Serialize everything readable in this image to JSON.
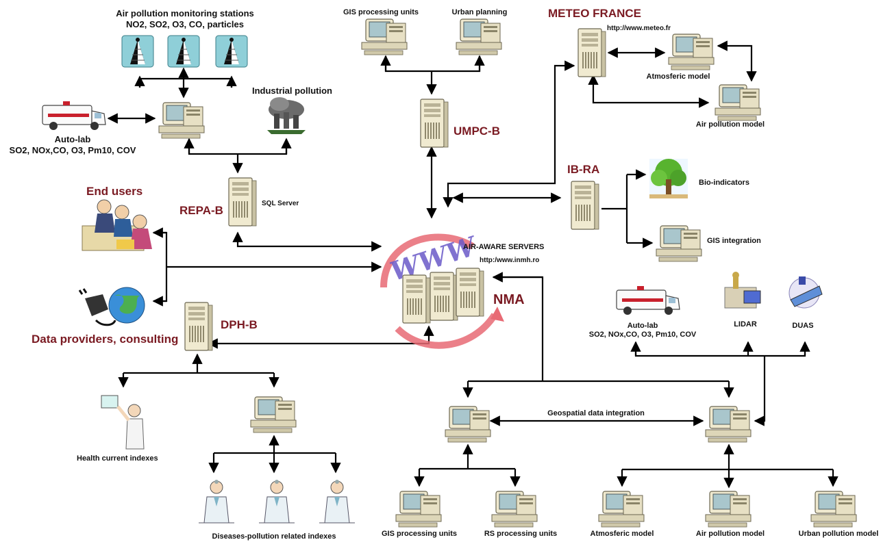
{
  "labels": {
    "air_stations_line1": "Air pollution monitoring stations",
    "air_stations_line2": "NO2, SO2, O3, CO, particles",
    "industrial_pollution": "Industrial pollution",
    "autolab_line1": "Auto-lab",
    "autolab_line2": "SO2, NOx,CO, O3, Pm10, COV",
    "repa_b": "REPA-B",
    "sql_server": "SQL Server",
    "end_users": "End users",
    "data_providers": "Data providers, consulting",
    "dph_b": "DPH-B",
    "health_indexes": "Health current indexes",
    "diseases_indexes": "Diseases-pollution related indexes",
    "gis_processing_top": "GIS processing units",
    "urban_planning": "Urban planning",
    "umpc_b": "UMPC-B",
    "meteo_france": "METEO FRANCE",
    "meteo_url": "http://www.meteo.fr",
    "atmosferic_model_top": "Atmosferic model",
    "air_pollution_model_top": "Air pollution model",
    "ib_ra": "IB-RA",
    "bio_indicators": "Bio-indicators",
    "gis_integration": "GIS integration",
    "air_aware_servers": "AIR-AWARE SERVERS",
    "inmh_url": "http:/www.inmh.ro",
    "nma": "NMA",
    "autolab2_line1": "Auto-lab",
    "autolab2_line2": "SO2, NOx,CO, O3, Pm10, COV",
    "lidar": "LIDAR",
    "duas": "DUAS",
    "geospatial": "Geospatial data integration",
    "gis_processing_bottom": "GIS processing units",
    "rs_processing": "RS processing units",
    "atmosferic_model_bottom": "Atmosferic model",
    "air_pollution_model_bottom": "Air pollution model",
    "urban_pollution_model": "Urban pollution model"
  },
  "colors": {
    "hub_label": "#7a1a22",
    "arrow": "#000000",
    "nma_swoosh": "#e86a74",
    "www_logo": "#6a5ac8"
  }
}
